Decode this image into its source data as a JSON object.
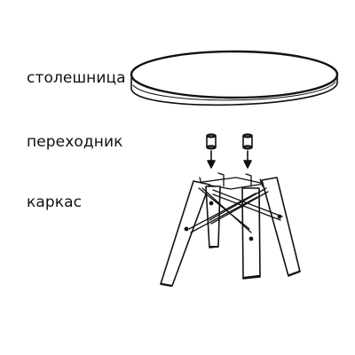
{
  "labels": {
    "tabletop": "столешница",
    "adapter": "переходник",
    "frame": "каркас"
  },
  "colors": {
    "line": "#111111",
    "background": "#ffffff"
  },
  "icons": {
    "tabletop": "round-tabletop-icon",
    "adapter": "adapter-bushing-icon",
    "arrow": "arrow-down-icon",
    "frame": "wooden-leg-frame-icon"
  }
}
